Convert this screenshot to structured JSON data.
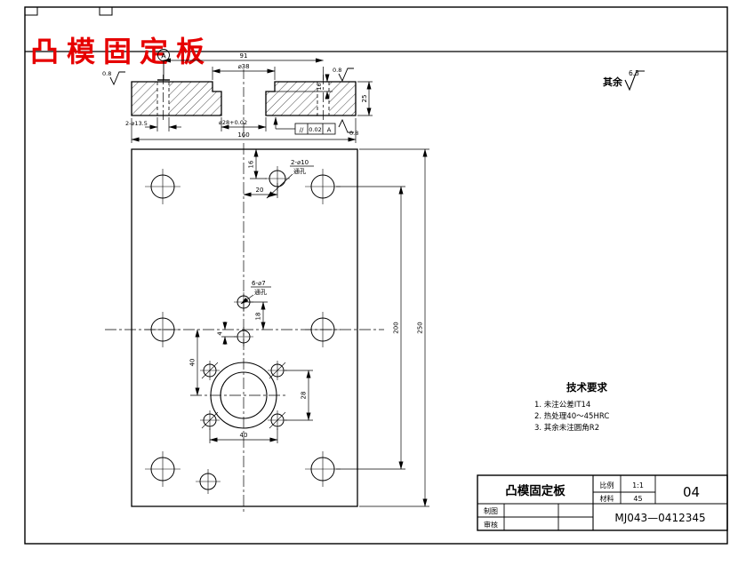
{
  "sheet": {
    "title": "凸模固定板",
    "surface_note": {
      "prefix": "其余",
      "value": "6.3"
    }
  },
  "section": {
    "datum_label": "A",
    "dim_width": "91",
    "dim_counterbore": "⌀38",
    "dim_depth": "16",
    "dim_overall": "160",
    "dim_thickness": "25",
    "note_side_holes": "2-⌀13.5",
    "note_center_hole": "⌀28+0.02",
    "roughness_top_left": "0.8",
    "roughness_top_right": "0.8",
    "roughness_bottom": "0.8",
    "parallelism": {
      "symbol": "//",
      "tolerance": "0.02",
      "datum": "A"
    }
  },
  "plan": {
    "dim_edge_to_hole": "16",
    "dim_center_to_hole": "20",
    "note_dowel_line1": "2-⌀10",
    "note_dowel_line2": "通孔",
    "note_screw_line1": "6-⌀7",
    "note_screw_line2": "通孔",
    "dim_18": "18",
    "dim_4": "4",
    "dim_40_left": "40",
    "dim_28": "28",
    "dim_40_bottom": "40",
    "dim_hole_rows": "200",
    "dim_height": "250"
  },
  "tech": {
    "heading": "技术要求",
    "items": [
      "1. 未注公差IT14",
      "2. 热处理40～45HRC",
      "3. 其余未注圆角R2"
    ]
  },
  "title_block": {
    "part_name": "凸模固定板",
    "scale_label": "比例",
    "scale_value": "1:1",
    "material_label": "材料",
    "material_value": "45",
    "sheet_no": "04",
    "drawing_no": "MJ043—0412345",
    "drawn_label": "制图",
    "checked_label": "审核"
  },
  "colors": {
    "line": "#000000",
    "title_red": "#e60000",
    "background": "#ffffff"
  }
}
